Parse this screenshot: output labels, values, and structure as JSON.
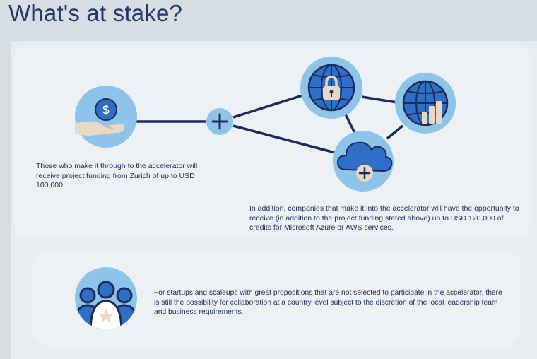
{
  "page": {
    "title": "What's at stake?"
  },
  "funding": {
    "text": "Those who make it through to the accelerator will receive project funding from Zurich of up to USD 100,000."
  },
  "credits": {
    "text": "In addition, companies that make it into the accelerator will have the opportunity to receive (in addition to the project funding stated above) up to USD 120,000 of credits for Microsoft Azure or AWS services."
  },
  "collaboration": {
    "text": "For startups and scaleups with great propositions that are not selected to participate in the accelerator, there is still the possibility for collaboration at a country level subject to the discretion of the local leadership team and business requirements."
  },
  "icons": {
    "funding": "hand-dollar-icon",
    "plus": "plus-icon",
    "secure": "globe-lock-icon",
    "analytics": "globe-chart-icon",
    "cloud": "cloud-plus-icon",
    "team": "team-star-icon"
  },
  "colors": {
    "background": "#d6dee4",
    "card": "#edf1f4",
    "navy": "#1d2b5c",
    "blue": "#2f6fc6",
    "light_blue": "#8ec3ea",
    "beige": "#e9d8c4"
  }
}
